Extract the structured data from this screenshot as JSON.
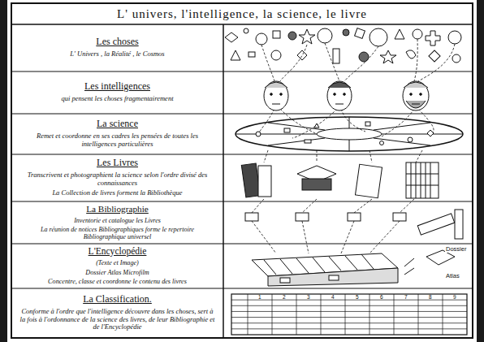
{
  "diagram": {
    "title": "L' univers, l'intelligence, la science, le livre",
    "nodes": [
      {
        "text": [
          "Les choses",
          "L' Univers , la Réalité , le Cosmos"
        ]
      },
      {
        "text": [
          "Les intelligences",
          "qui pensent les choses fragmentairement"
        ]
      },
      {
        "text": [
          "La science",
          "Remet et coordonne en ses cadres les pensées de toutes les intelligences particulières"
        ]
      },
      {
        "text": [
          "Les Livres",
          "Transcrivent et photographient la science selon l'ordre divisé des connaissances",
          "La Collection de livres forment la Bibliothèque"
        ]
      },
      {
        "text": [
          "La Bibliographie",
          "Inventorie et catalogue les Livres",
          "La réunion de notices Bibliographiques forme le repertoire Bibliographique universel"
        ]
      },
      {
        "text": [
          "L'Encyclopédie",
          "(Texte et Image)",
          "Dossier Atlas Microfilm",
          "Concentre, classe et coordonne le contenu des livres"
        ]
      },
      {
        "text": [
          "La Classification.",
          "Conforme à l'ordre que l'intelligence découvre dans les choses, sert à la fois à l'ordonnance de la science des livres, de leur Bibliographie et de l'Encyclopédie"
        ]
      }
    ],
    "labels": [
      "Dossier",
      "Atlas",
      "1",
      "2",
      "3",
      "4",
      "5",
      "6",
      "7",
      "8",
      "9"
    ]
  }
}
